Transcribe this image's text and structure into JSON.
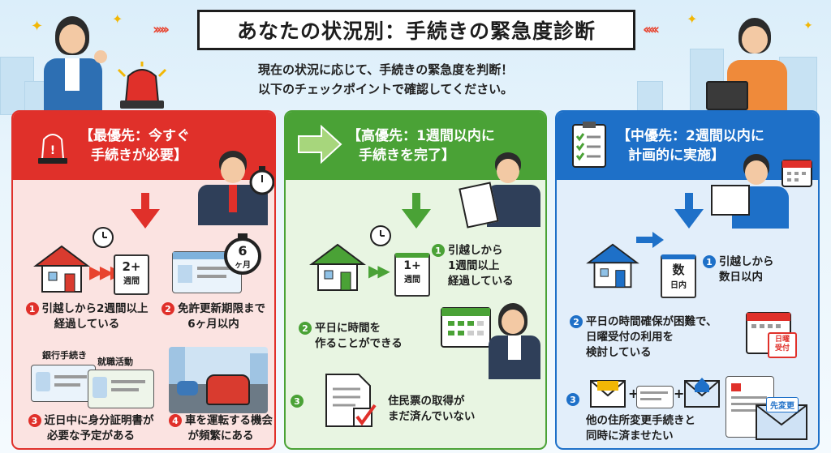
{
  "header": {
    "title": "あなたの状況別：手続きの緊急度診断",
    "subtitle_line1": "現在の状況に応じて、手続きの緊急度を判断！",
    "subtitle_line2": "以下のチェックポイントで確認してください。"
  },
  "columns": {
    "top": {
      "title_line1": "【最優先：今すぐ",
      "title_line2": "手続きが必要】",
      "color": "#e0302a",
      "calendar_badge": {
        "line1": "2+",
        "line2": "週間"
      },
      "timer_badge": {
        "line1": "6",
        "line2": "ヶ月"
      },
      "items": [
        {
          "num": "1",
          "line1": "引越しから2週間以上",
          "line2": "経過している"
        },
        {
          "num": "2",
          "line1": "免許更新期限まで",
          "line2": "6ヶ月以内"
        },
        {
          "num": "3",
          "line1": "近日中に身分証明書が",
          "line2": "必要な予定がある"
        },
        {
          "num": "4",
          "line1": "車を運転する機会",
          "line2": "が頻繁にある"
        }
      ],
      "card_labels": {
        "bank": "銀行手続き",
        "job": "就職活動"
      }
    },
    "high": {
      "title_line1": "【高優先：1週間以内に",
      "title_line2": "手続きを完了】",
      "color": "#4aa236",
      "calendar_badge": {
        "line1": "1+",
        "line2": "週間"
      },
      "items": [
        {
          "num": "1",
          "line1": "引越しから",
          "line2": "1週間以上",
          "line3": "経過している"
        },
        {
          "num": "2",
          "line1": "平日に時間を",
          "line2": "作ることができる"
        },
        {
          "num": "3",
          "line1": "住民票の取得が",
          "line2": "まだ済んでいない"
        }
      ]
    },
    "medium": {
      "title_line1": "【中優先：2週間以内に",
      "title_line2": "計画的に実施】",
      "color": "#1e70c8",
      "calendar_badge": {
        "line1": "数",
        "line2": "日内"
      },
      "sunday_badge": {
        "line1": "日曜",
        "line2": "受付"
      },
      "envelope_label": "先変更",
      "items": [
        {
          "num": "1",
          "line1": "引越しから",
          "line2": "数日以内"
        },
        {
          "num": "2",
          "line1": "平日の時間確保が困難で、",
          "line2": "日曜受付の利用を",
          "line3": "検討している"
        },
        {
          "num": "3",
          "line1": "他の住所変更手続きと",
          "line2": "同時に済ませたい"
        }
      ]
    }
  }
}
